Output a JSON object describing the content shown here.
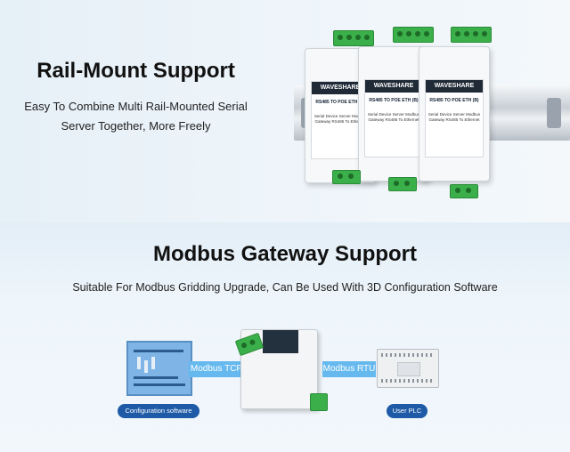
{
  "section1": {
    "title": "Rail-Mount Support",
    "subtitle_line1": "Easy To Combine Multi Rail-Mounted Serial",
    "subtitle_line2": "Server Together, More Freely"
  },
  "modules": [
    {
      "brand": "WAVESHARE",
      "name": "RS485 TO POE ETH (B)",
      "desc": "Serial Device Server Modbus Gateway RS485 To Ethernet"
    },
    {
      "brand": "WAVESHARE",
      "name": "RS485 TO POE ETH (B)",
      "desc": "Serial Device Server Modbus Gateway RS485 To Ethernet"
    },
    {
      "brand": "WAVESHARE",
      "name": "RS485 TO POE ETH (B)",
      "desc": "Serial Device Server Modbus Gateway RS485 To Ethernet"
    }
  ],
  "section2": {
    "title": "Modbus Gateway Support",
    "subtitle": "Suitable For Modbus Gridding Upgrade, Can Be Used With 3D Configuration Software"
  },
  "diagram": {
    "left_label": "Configuration software",
    "left_arrow": "Modbus TCP",
    "right_arrow": "Modbus RTU",
    "right_label": "User PLC"
  }
}
